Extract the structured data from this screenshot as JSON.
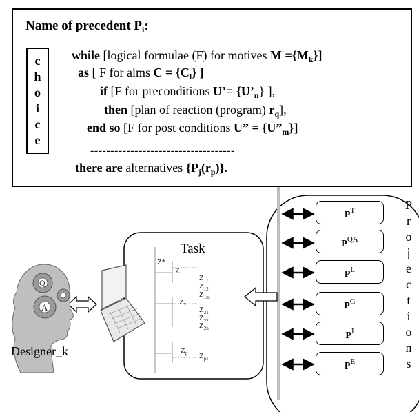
{
  "precedent": {
    "title_prefix": "Name of precedent P",
    "title_sub": "i",
    "title_suffix": ":",
    "choice_letters": [
      "c",
      "h",
      "o",
      "i",
      "c",
      "e"
    ],
    "line1": {
      "kw": "while",
      "text": " [logical formulae (F) for motives  ",
      "math": "M ={M",
      "sub": "k",
      "end": "}]"
    },
    "line2": {
      "kw": "as",
      "text": " [ F for aims  ",
      "math": "C = {C",
      "sub": "l",
      "end": "} ]"
    },
    "line3": {
      "kw": "if",
      "text": " [F for preconditions ",
      "math": "U’= {U’",
      "sub": "n",
      "end": "}  ],"
    },
    "line4": {
      "kw": "then",
      "text": " [plan of reaction (program)  ",
      "math": "r",
      "sub": "q",
      "end": "],"
    },
    "line5": {
      "kw": "end so",
      "text": " [F for post conditions ",
      "math": "U” = {U”",
      "sub": "m",
      "end": "}]"
    },
    "dashes": "------------------------------------",
    "line6": {
      "kw": "there are",
      "text": "  alternatives ",
      "math": "{P",
      "sub": "j",
      "mid": "(r",
      "sub2": "p",
      "end": ")}",
      "tail": "."
    }
  },
  "task": {
    "label": "Task",
    "tree": {
      "root": "Z*",
      "z1": "Z",
      "z1_sub": "1",
      "z11": "Z",
      "z11_sub": "11",
      "z12": "Z",
      "z12_sub": "12",
      "z1m": "Z",
      "z1m_sub": "1m",
      "z2": "Z",
      "z2_sub": "2",
      "z21": "Z",
      "z21_sub": "21",
      "z22": "Z",
      "z22_sub": "22",
      "z2n": "Z",
      "z2n_sub": "2n",
      "zp": "Z",
      "zp_sub": "p",
      "zp1": "Z",
      "zp1_sub": "p1"
    }
  },
  "designer": {
    "label": "Designer_k",
    "head_letters": [
      "Q",
      "A"
    ]
  },
  "projections": {
    "letters": [
      "P",
      "r",
      "o",
      "j",
      "e",
      "c",
      "t",
      "i",
      "o",
      "n",
      "s"
    ],
    "boxes": [
      {
        "base": "P",
        "sup": "T"
      },
      {
        "base": "P",
        "sup": "QA"
      },
      {
        "base": "P",
        "sup": "L"
      },
      {
        "base": "P",
        "sup": "G"
      },
      {
        "base": "P",
        "sup": "I"
      },
      {
        "base": "P",
        "sup": "E"
      }
    ]
  },
  "colors": {
    "line": "#000000",
    "bar": "#bdbdbd",
    "gear": "#9a9a9a"
  }
}
